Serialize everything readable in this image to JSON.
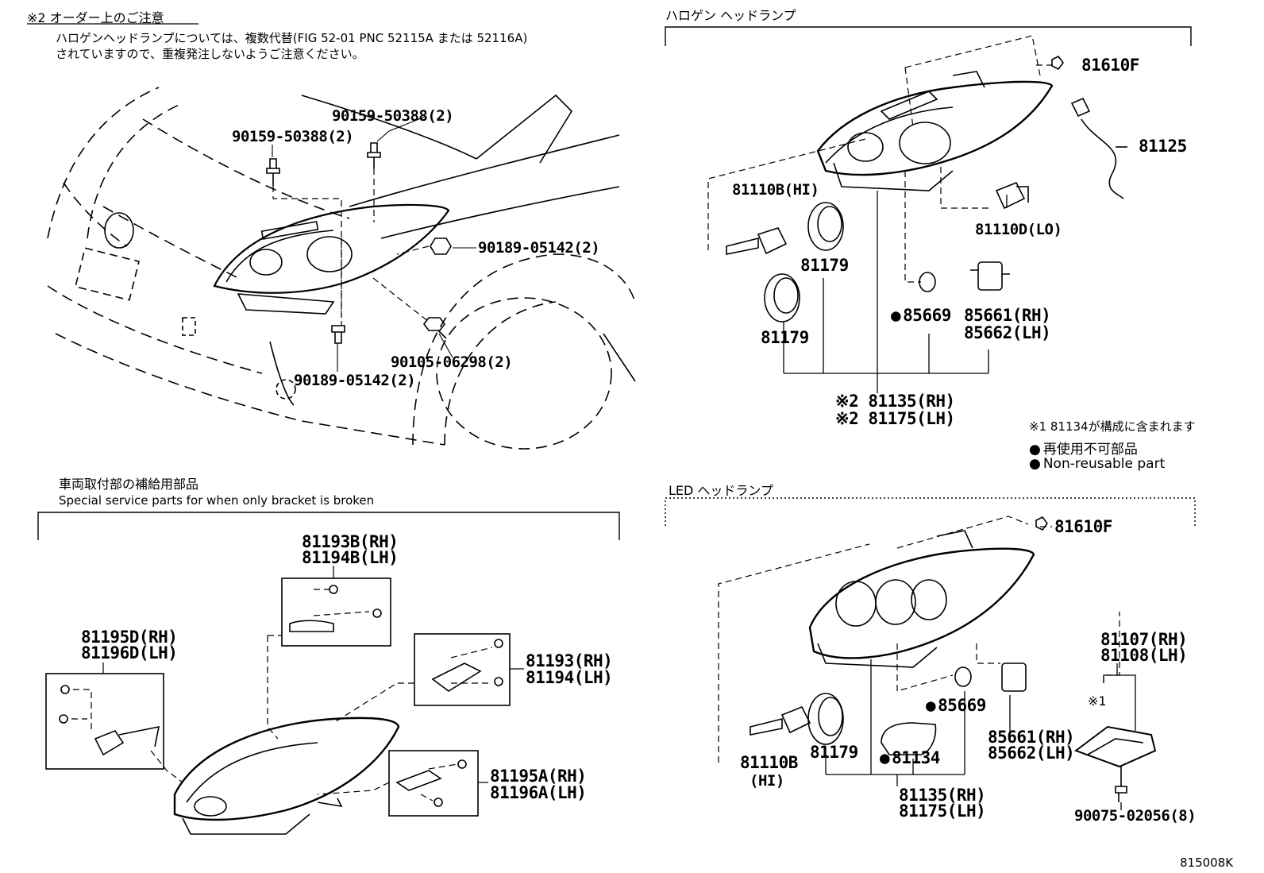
{
  "notice": {
    "title": "※2 オーダー上のご注意",
    "line1": "ハロゲンヘッドランプについては、複数代替(FIG 52-01 PNC 52115A または 52116A)",
    "line2": "されていますので、重複発注しないようご注意ください。"
  },
  "top_left": {
    "labels": {
      "bolt_a": "90159-50388(2)",
      "bolt_b": "90159-50388(2)",
      "nut_upper": "90189-05142(2)",
      "screw": "90105-06298(2)",
      "nut_lower": "90189-05142(2)"
    }
  },
  "halogen": {
    "title": "ハロゲン ヘッドランプ",
    "labels": {
      "p81610f": "81610F",
      "p81125": "81125",
      "p81110b": "81110B(HI)",
      "p81110d": "81110D(LO)",
      "p81179_a": "81179",
      "p81179_b": "81179",
      "p85669": "85669",
      "p85661": "85661(RH)",
      "p85662": "85662(LH)",
      "p81135": "※2 81135(RH)",
      "p81175": "※2 81175(LH)"
    }
  },
  "legend": {
    "note1": "※1 81134が構成に含まれます",
    "jp": "再使用不可部品",
    "en": "Non-reusable part"
  },
  "bracket": {
    "title_jp": "車両取付部の補給用部品",
    "title_en": "Special service parts for when only bracket is broken",
    "labels": {
      "p81193b": "81193B(RH)",
      "p81194b": "81194B(LH)",
      "p81195d": "81195D(RH)",
      "p81196d": "81196D(LH)",
      "p81193": "81193(RH)",
      "p81194": "81194(LH)",
      "p81195a": "81195A(RH)",
      "p81196a": "81196A(LH)"
    }
  },
  "led": {
    "title": "LED ヘッドランプ",
    "labels": {
      "p81610f": "81610F",
      "p81107": "81107(RH)",
      "p81108": "81108(LH)",
      "note1": "※1",
      "p85669": "85669",
      "p85661": "85661(RH)",
      "p85662": "85662(LH)",
      "p81110b": "81110B",
      "p81110b_hi": "(HI)",
      "p81179": "81179",
      "p81134": "81134",
      "p81135": "81135(RH)",
      "p81175": "81175(LH)",
      "p90075": "90075-02056(8)"
    }
  },
  "footer": {
    "code": "815008K"
  }
}
